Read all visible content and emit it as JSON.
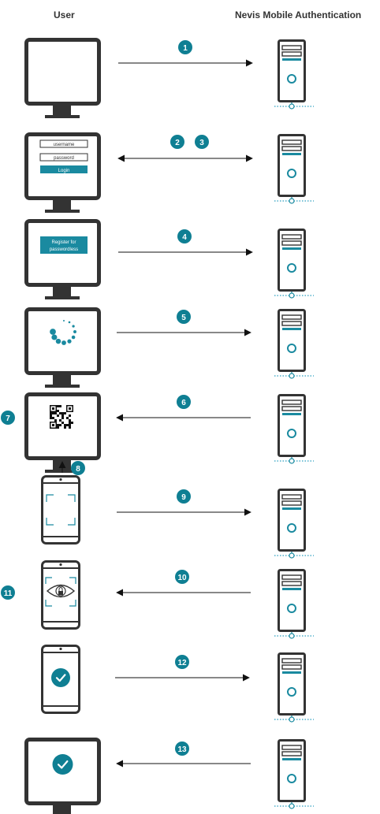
{
  "headers": {
    "user": "User",
    "server": "Nevis Mobile Authentication"
  },
  "colors": {
    "teal": "#1a8aa0",
    "badge": "#0f7f93",
    "device": "#333333",
    "arrow": "#111111",
    "dotted": "#2a9fc0",
    "white": "#ffffff"
  },
  "login_form": {
    "username": "username",
    "password": "password",
    "button": "Login"
  },
  "register_button": {
    "line1": "Register for",
    "line2": "passwordless"
  },
  "steps": [
    {
      "id": "step-1",
      "left": {
        "kind": "monitor",
        "screen": "blank"
      },
      "direction": "right",
      "badges": [
        "1"
      ]
    },
    {
      "id": "step-2-3",
      "left": {
        "kind": "monitor",
        "screen": "login"
      },
      "direction": "both",
      "badges": [
        "2",
        "3"
      ]
    },
    {
      "id": "step-4",
      "left": {
        "kind": "monitor",
        "screen": "register"
      },
      "direction": "right",
      "badges": [
        "4"
      ]
    },
    {
      "id": "step-5",
      "left": {
        "kind": "monitor",
        "screen": "spinner"
      },
      "direction": "right",
      "badges": [
        "5"
      ]
    },
    {
      "id": "step-6",
      "left": {
        "kind": "monitor",
        "screen": "qr"
      },
      "direction": "left",
      "badges": [
        "6"
      ],
      "side_badge": "7",
      "below_badge": "8"
    },
    {
      "id": "step-9",
      "left": {
        "kind": "phone",
        "screen": "scan"
      },
      "direction": "right",
      "badges": [
        "9"
      ]
    },
    {
      "id": "step-10",
      "left": {
        "kind": "phone",
        "screen": "eye"
      },
      "direction": "left",
      "badges": [
        "10"
      ],
      "side_badge": "11"
    },
    {
      "id": "step-12",
      "left": {
        "kind": "phone",
        "screen": "check"
      },
      "direction": "right",
      "badges": [
        "12"
      ]
    },
    {
      "id": "step-13",
      "left": {
        "kind": "monitor",
        "screen": "check"
      },
      "direction": "left",
      "badges": [
        "13"
      ]
    }
  ]
}
